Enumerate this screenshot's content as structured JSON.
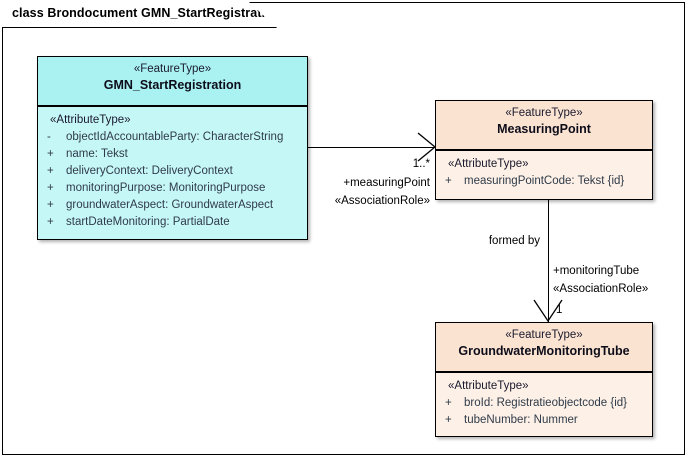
{
  "diagram": {
    "frame_title": "class Brondocument GMN_StartRegistration",
    "colors": {
      "class_fill_cyan": "#aaf2f2",
      "class_body_cyan": "#c6f7f7",
      "class_fill_peach": "#fbe3d2",
      "class_body_peach": "#fdf0e6",
      "border": "#000000",
      "background": "#ffffff"
    }
  },
  "classes": [
    {
      "id": "gmn-start-registration",
      "stereotype": "«FeatureType»",
      "name": "GMN_StartRegistration",
      "compartment_stereotype": "«AttributeType»",
      "attributes": [
        {
          "visibility": "-",
          "text": "objectIdAccountableParty: CharacterString"
        },
        {
          "visibility": "+",
          "text": "name: Tekst"
        },
        {
          "visibility": "+",
          "text": "deliveryContext: DeliveryContext"
        },
        {
          "visibility": "+",
          "text": "monitoringPurpose: MonitoringPurpose"
        },
        {
          "visibility": "+",
          "text": "groundwaterAspect: GroundwaterAspect"
        },
        {
          "visibility": "+",
          "text": "startDateMonitoring: PartialDate"
        }
      ]
    },
    {
      "id": "measuring-point",
      "stereotype": "«FeatureType»",
      "name": "MeasuringPoint",
      "compartment_stereotype": "«AttributeType»",
      "attributes": [
        {
          "visibility": "+",
          "text": "measuringPointCode: Tekst {id}"
        }
      ]
    },
    {
      "id": "groundwater-monitoring-tube",
      "stereotype": "«FeatureType»",
      "name": "GroundwaterMonitoringTube",
      "compartment_stereotype": "«AttributeType»",
      "attributes": [
        {
          "visibility": "+",
          "text": "broId: Registratieobjectcode {id}"
        },
        {
          "visibility": "+",
          "text": "tubeNumber: Nummer"
        }
      ]
    }
  ],
  "associations": [
    {
      "id": "gmn-to-measuringpoint",
      "source": "GMN_StartRegistration",
      "target": "MeasuringPoint",
      "multiplicity": "1..*",
      "role": "+measuringPoint",
      "stereotype": "«AssociationRole»"
    },
    {
      "id": "measuringpoint-to-tube",
      "source": "MeasuringPoint",
      "target": "GroundwaterMonitoringTube",
      "name": "formed by",
      "multiplicity": "1",
      "role": "+monitoringTube",
      "stereotype": "«AssociationRole»"
    }
  ]
}
